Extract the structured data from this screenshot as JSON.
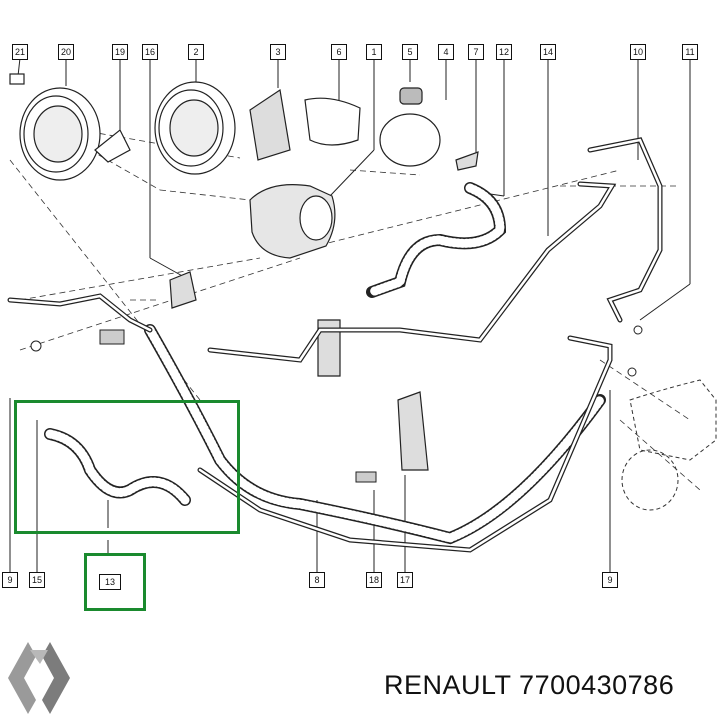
{
  "callouts_top": [
    "21",
    "20",
    "19",
    "16",
    "2",
    "3",
    "6",
    "1",
    "5",
    "4",
    "7",
    "12",
    "14",
    "10",
    "11"
  ],
  "callouts_bottom": [
    "9",
    "15",
    "13",
    "8",
    "18",
    "17",
    "9"
  ],
  "highlight_part": "13",
  "highlight_color": "#1a8a2e",
  "brand": "RENAULT",
  "part_number": "7700430786",
  "logo_icon": "renault-diamond-logo"
}
